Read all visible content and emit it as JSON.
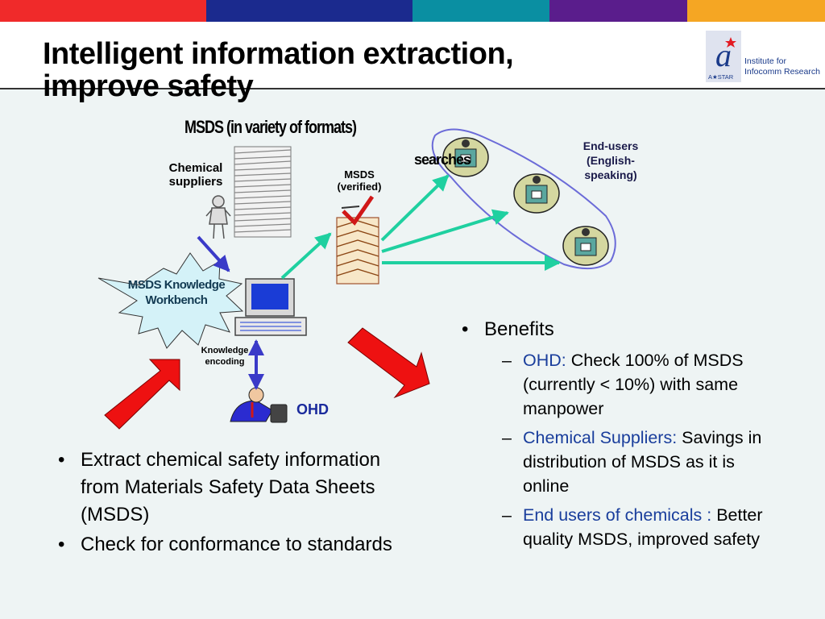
{
  "colors": {
    "bar": [
      "#f02a2a",
      "#1b2a8e",
      "#0a8fa2",
      "#5a1d8c",
      "#f5a623"
    ],
    "arrow_green": "#1fd0a0",
    "arrow_blue": "#3a3ac8",
    "arrow_red": "#ee1111",
    "highlight_text": "#1a3e9c"
  },
  "header": {
    "title_line1": "Intelligent information extraction,",
    "title_line2": "improve safety",
    "logo_line1": "Institute for",
    "logo_line2": "Infocomm Research",
    "logo_footer": "A★STAR"
  },
  "diagram": {
    "msds_formats": "MSDS (in variety of formats)",
    "chemical_suppliers": "Chemical suppliers",
    "msds_verified": "MSDS (verified)",
    "workbench": "MSDS Knowledge Workbench",
    "knowledge_encoding": "Knowledge encoding",
    "ohd": "OHD",
    "searches": "searches",
    "end_users": "End-users (English-speaking)"
  },
  "left_bullets": [
    "Extract chemical safety information from Materials Safety Data Sheets (MSDS)",
    "Check for conformance to standards"
  ],
  "right_bullets": {
    "heading": "Benefits",
    "items": [
      {
        "label": "OHD:",
        "text": " Check 100% of MSDS (currently < 10%) with same manpower"
      },
      {
        "label": "Chemical Suppliers:",
        "text": " Savings in distribution of MSDS as it is online"
      },
      {
        "label": "End users of chemicals :",
        "text": " Better quality MSDS, improved safety"
      }
    ]
  }
}
